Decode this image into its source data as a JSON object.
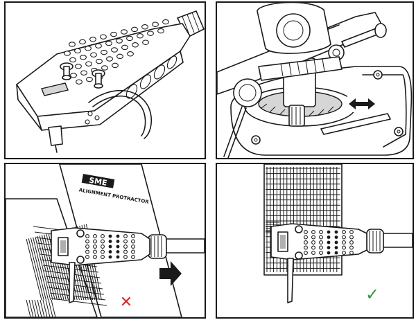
{
  "panels": [
    {
      "id": "panel-headshell-closeup"
    },
    {
      "id": "panel-tonearm-base-adjust"
    },
    {
      "id": "panel-misaligned"
    },
    {
      "id": "panel-aligned"
    }
  ],
  "protractor": {
    "brand": "SME",
    "title": "ALIGNMENT PROTRACTOR"
  },
  "status": {
    "wrong_symbol": "✕",
    "wrong_color": "#d62a2a",
    "right_symbol": "✓",
    "right_color": "#2f9a3a"
  },
  "icons": {
    "direction": "double-arrow-icon",
    "push": "right-arrow-icon"
  }
}
